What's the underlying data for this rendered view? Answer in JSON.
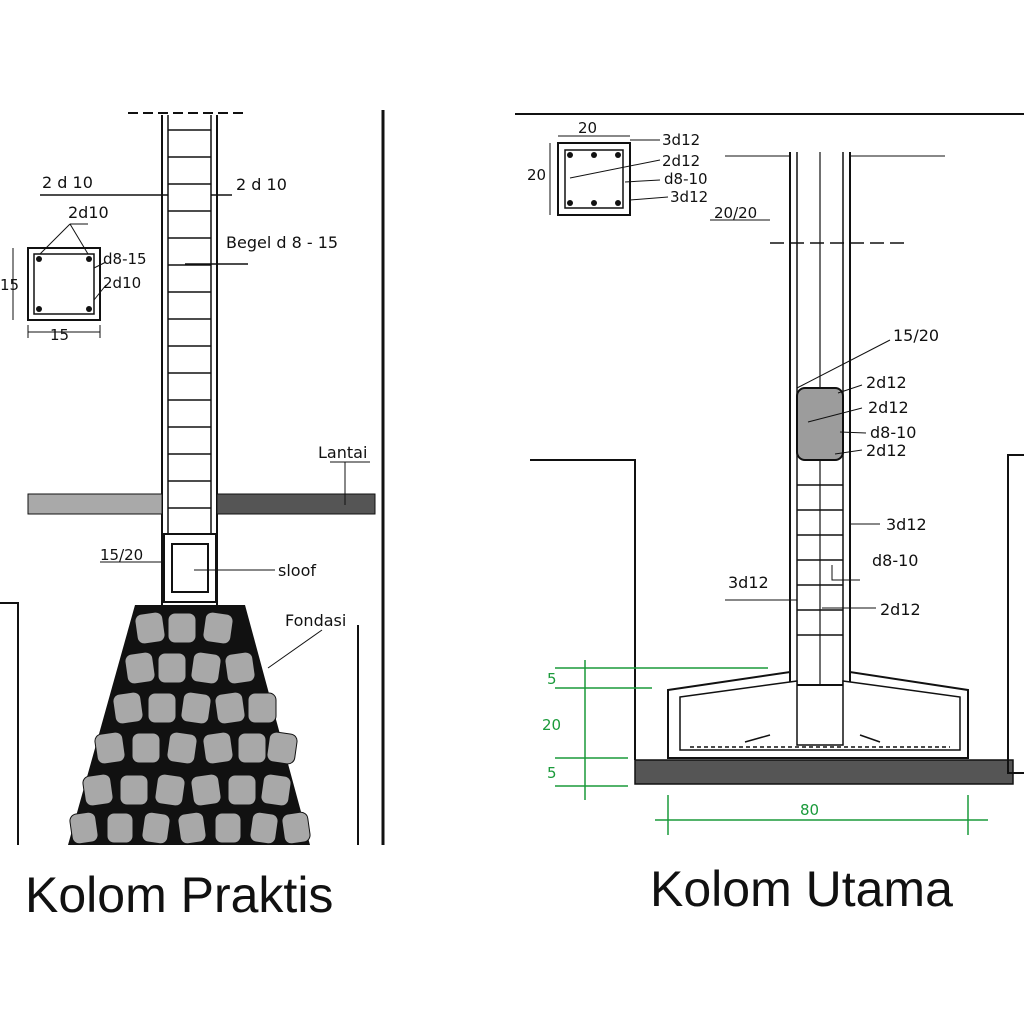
{
  "left": {
    "caption": "Kolom Praktis",
    "section": {
      "top": "2d10",
      "right_a": "d8-15",
      "right_b": "2d10",
      "side": "15",
      "bottom": "15"
    },
    "labels": {
      "top_left": "2 d 10",
      "top_right": "2 d 10",
      "stirrup": "Begel d 8 - 15",
      "floor": "Lantai",
      "sloof_size": "15/20",
      "sloof": "sloof",
      "foundation": "Fondasi"
    }
  },
  "right": {
    "caption": "Kolom Utama",
    "section": {
      "top": "20",
      "side": "20",
      "r1": "3d12",
      "r2": "2d12",
      "r3": "d8-10",
      "r4": "3d12",
      "size": "20/20"
    },
    "labels": {
      "beam_size": "15/20",
      "beam_r1": "2d12",
      "beam_r2": "2d12",
      "beam_r3": "d8-10",
      "beam_r4": "2d12",
      "col_r1": "3d12",
      "col_r2": "d8-10",
      "col_left": "3d12",
      "col_r3": "2d12"
    },
    "dims": {
      "d1": "5",
      "d2": "20",
      "d3": "5",
      "width": "80"
    }
  },
  "colors": {
    "line": "#111111",
    "fill_gray": "#9c9c9c",
    "stone": "#a8a8a8",
    "dim": "#1a9a3a"
  }
}
